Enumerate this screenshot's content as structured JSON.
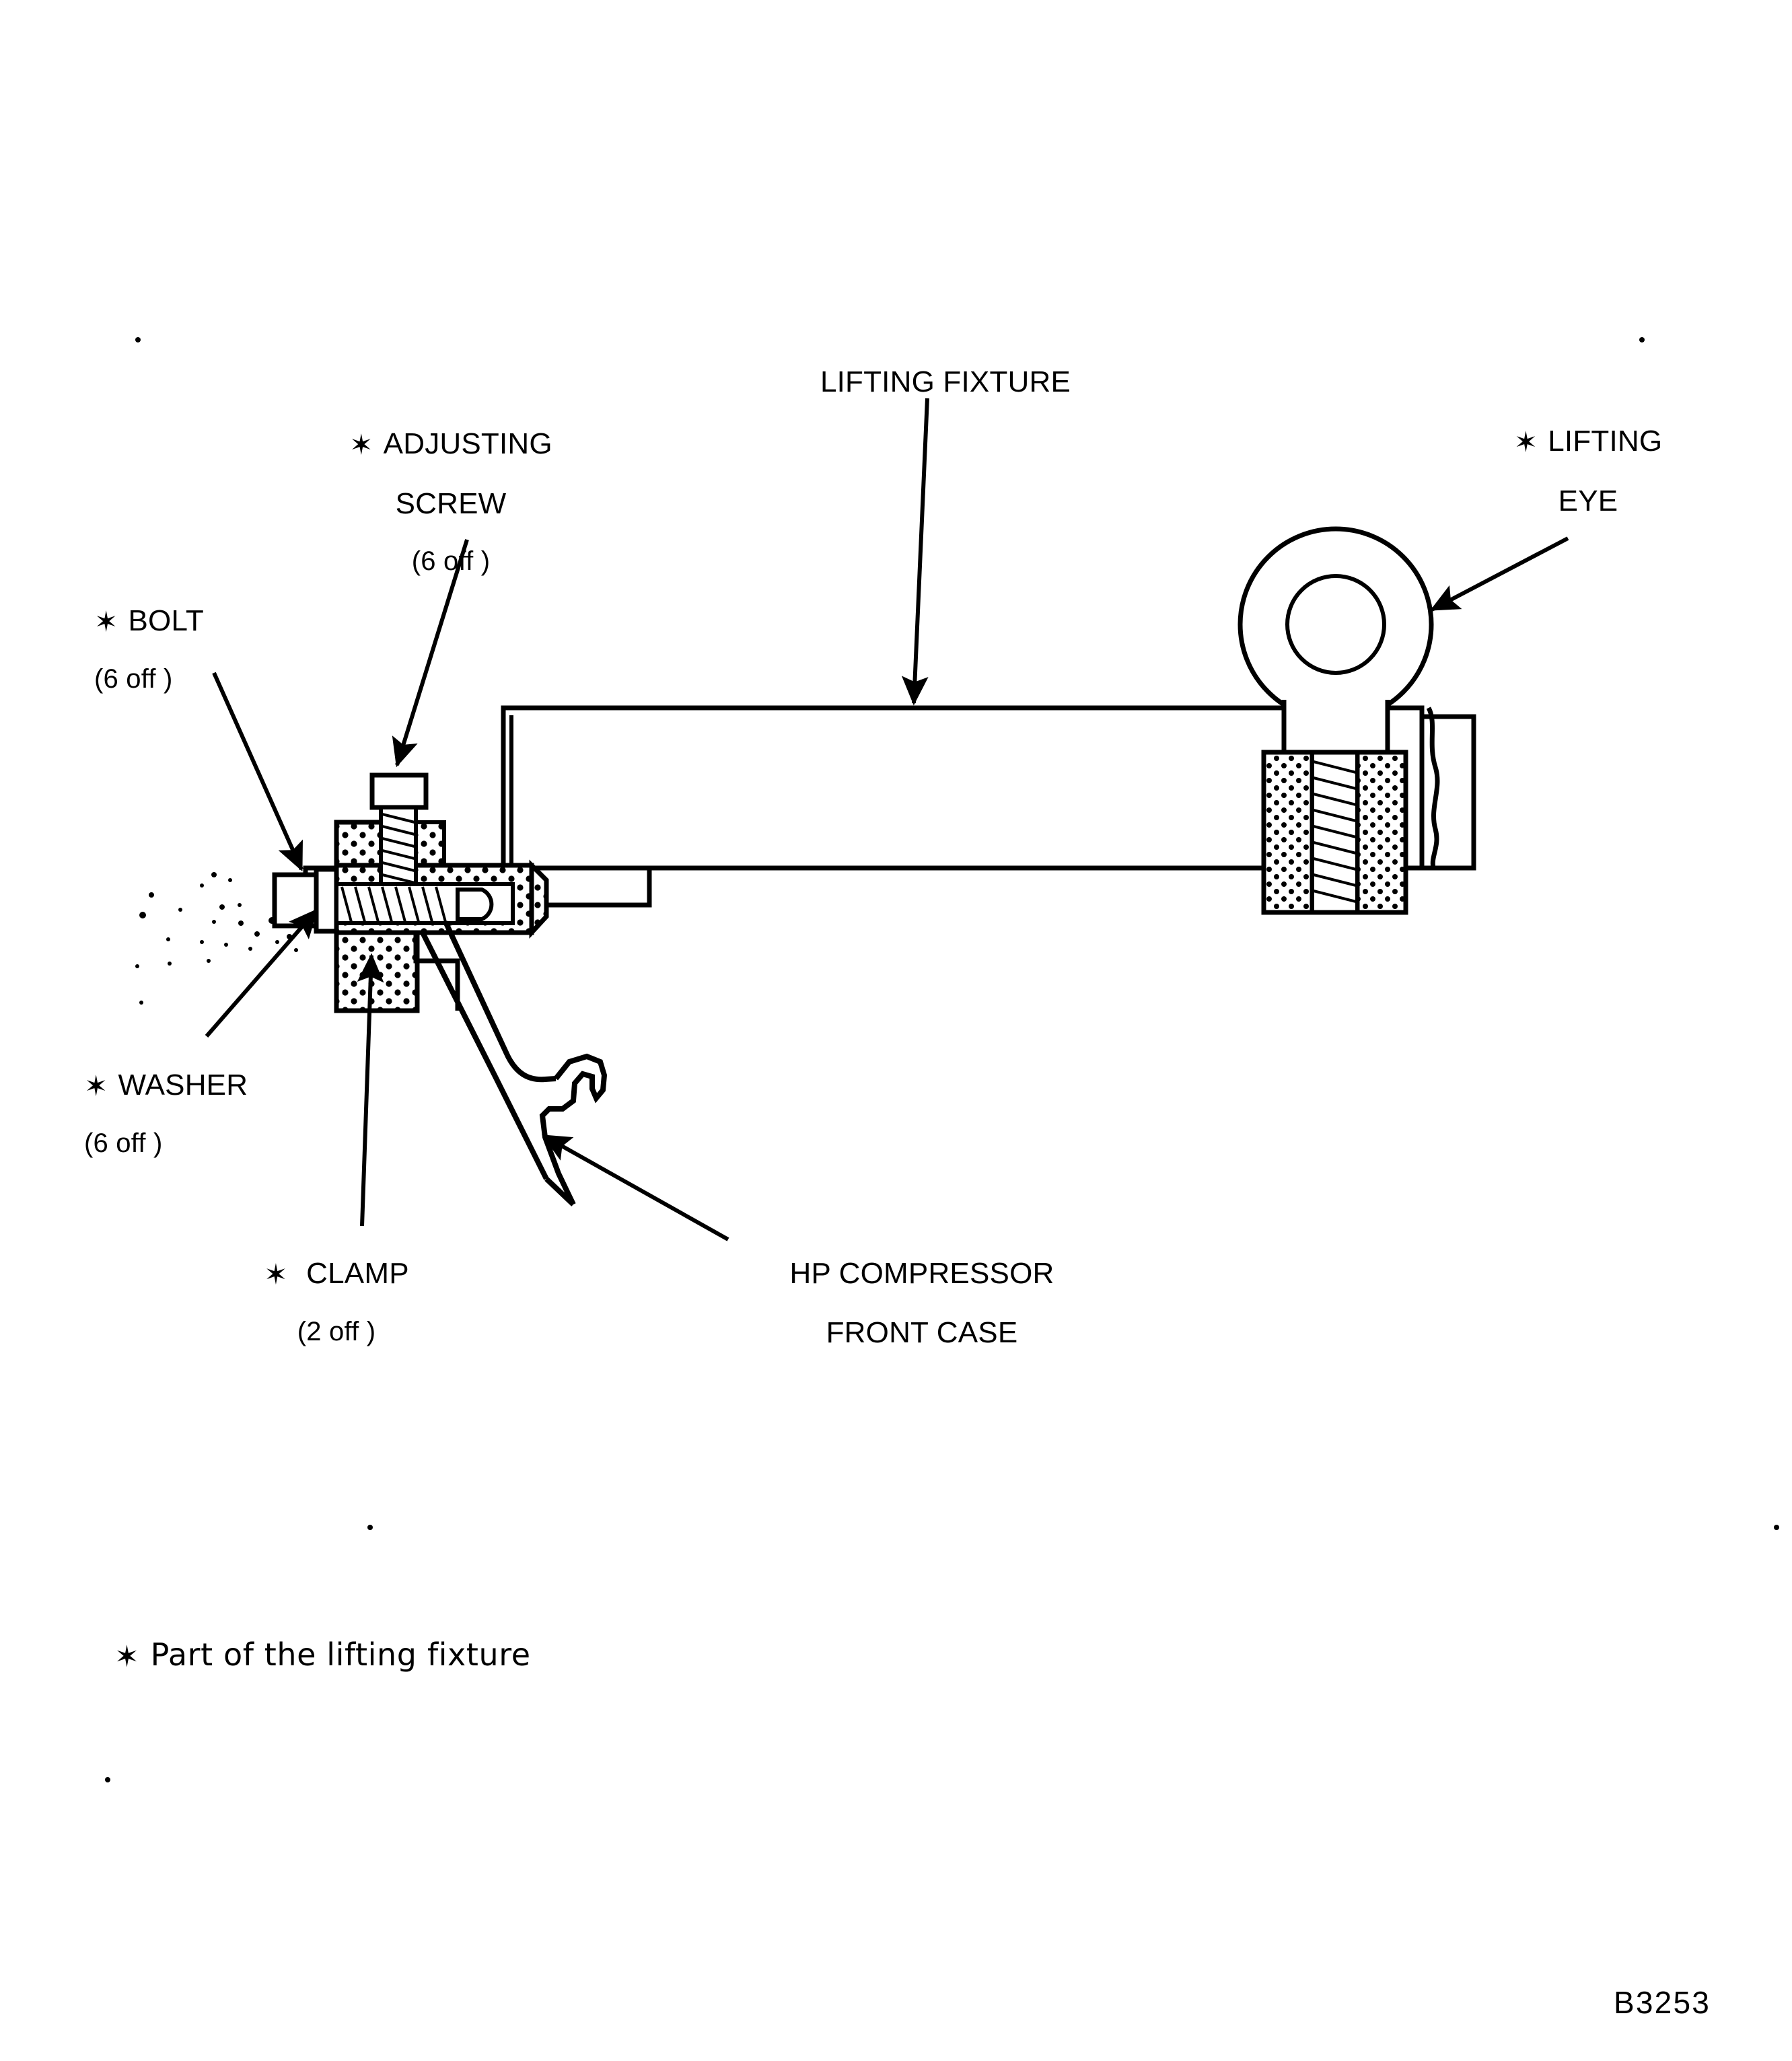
{
  "document": {
    "type": "technical-illustration",
    "title": "HP Compressor Front Case Lifting Fixture Installation",
    "figure_id": "B3253",
    "footnote": "✶ Part of the lifting fixture",
    "footnote_symbol": "✶",
    "footnote_text": "Part of the lifting fixture",
    "background_color": "#ffffff",
    "line_color": "#000000"
  },
  "callouts": [
    {
      "id": "lifting-fixture",
      "symbol": "",
      "lines": [
        "LIFTING FIXTURE"
      ],
      "line1": "LIFTING FIXTURE",
      "line2": "",
      "quantity": "",
      "align": "center"
    },
    {
      "id": "adjusting-screw",
      "symbol": "✶",
      "lines": [
        "ADJUSTING",
        "SCREW",
        "(6 off )"
      ],
      "line1": "ADJUSTING",
      "line2": "SCREW",
      "quantity": "(6 off )",
      "align": "center"
    },
    {
      "id": "lifting-eye",
      "symbol": "✶",
      "lines": [
        "LIFTING",
        "EYE"
      ],
      "line1": "LIFTING",
      "line2": "EYE",
      "quantity": "",
      "align": "center"
    },
    {
      "id": "bolt",
      "symbol": "✶",
      "lines": [
        "BOLT",
        "(6 off )"
      ],
      "line1": "BOLT",
      "line2": "",
      "quantity": "(6 off )",
      "align": "left"
    },
    {
      "id": "washer",
      "symbol": "✶",
      "lines": [
        "WASHER",
        "(6 off )"
      ],
      "line1": "WASHER",
      "line2": "",
      "quantity": "(6 off )",
      "align": "left"
    },
    {
      "id": "clamp",
      "symbol": "✶",
      "lines": [
        "CLAMP",
        "(2 off )"
      ],
      "line1": "CLAMP",
      "line2": "",
      "quantity": "(2 off )",
      "align": "center"
    },
    {
      "id": "hp-compressor-front-case",
      "symbol": "",
      "lines": [
        "HP COMPRESSOR",
        "FRONT CASE"
      ],
      "line1": "HP COMPRESSOR",
      "line2": "FRONT CASE",
      "quantity": "",
      "align": "center"
    }
  ],
  "labels": {
    "lifting_fixture": {
      "line1": "LIFTING FIXTURE"
    },
    "adjusting_screw": {
      "symbol": "✶",
      "line1": "ADJUSTING",
      "line2": "SCREW",
      "qty": "(6 off )"
    },
    "lifting_eye": {
      "symbol": "✶",
      "line1": "LIFTING",
      "line2": "EYE"
    },
    "bolt": {
      "symbol": "✶",
      "line1": "BOLT",
      "qty": "(6 off )"
    },
    "washer": {
      "symbol": "✶",
      "line1": "WASHER",
      "qty": "(6 off )"
    },
    "clamp": {
      "symbol": "✶",
      "line1": "CLAMP",
      "qty": "(2 off )"
    },
    "hp_case": {
      "line1": "HP COMPRESSOR",
      "line2": "FRONT CASE"
    },
    "footnote": {
      "symbol": "✶",
      "text": "Part of the lifting fixture"
    },
    "figure_id": {
      "text": "B3253"
    }
  },
  "drawing_parts": [
    {
      "name": "lifting-fixture-beam",
      "description": "Long horizontal rectangular beam running across the centre of the figure"
    },
    {
      "name": "lifting-eye",
      "description": "Circular eye-bolt ring at the right end of the beam"
    },
    {
      "name": "lifting-eye-nut",
      "description": "Hatched (sectioned) nut below the lifting eye"
    },
    {
      "name": "clamp-assembly",
      "description": "Sectioned clamp block at the left end of the beam"
    },
    {
      "name": "adjusting-screw",
      "description": "Vertical threaded screw with hex head above the clamp"
    },
    {
      "name": "bolt",
      "description": "Horizontal bolt through the clamp with threaded shank"
    },
    {
      "name": "washer",
      "description": "Washer between the bolt head and the clamp face"
    },
    {
      "name": "hp-compressor-front-case",
      "description": "Tapered case wall with flange hook profile, running down to the lower left"
    }
  ]
}
